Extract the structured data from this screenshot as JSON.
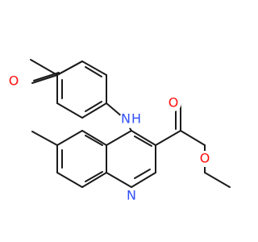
{
  "atoms": {
    "O_ketone": {
      "text": "O",
      "color": "#ff0d0d"
    },
    "N_amine": {
      "text": "N",
      "color": "#3050f8"
    },
    "H_amine": {
      "text": "H",
      "color": "#3050f8"
    },
    "O_carbonyl": {
      "text": "O",
      "color": "#ff0d0d"
    },
    "O_ester": {
      "text": "O",
      "color": "#ff0d0d"
    },
    "N_quinoline": {
      "text": "N",
      "color": "#3050f8"
    }
  }
}
